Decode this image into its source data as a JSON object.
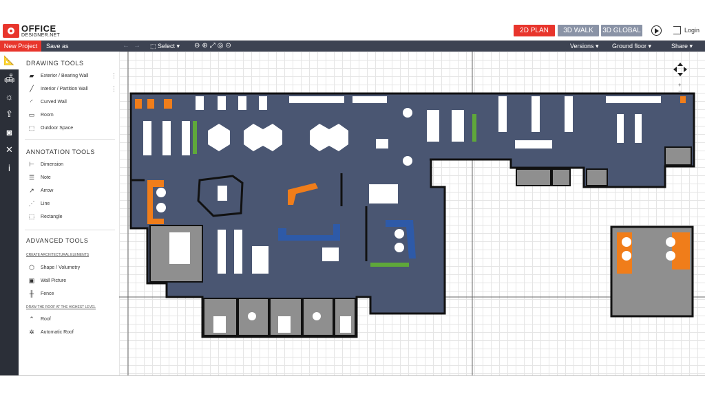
{
  "brand": {
    "logo_line1": "OFFICE",
    "logo_line2": "DESIGNER.NET"
  },
  "header": {
    "view_2d": "2D PLAN",
    "view_3d_walk": "3D WALK",
    "view_3d_global": "3D GLOBAL",
    "login": "Login"
  },
  "toolbar": {
    "new_project": "New Project",
    "save_as": "Save as",
    "select": "Select",
    "versions": "Versions",
    "floor": "Ground floor",
    "share": "Share"
  },
  "panel": {
    "drawing_title": "DRAWING TOOLS",
    "drawing": [
      "Exterior / Bearing Wall",
      "Interior / Partition Wall",
      "Curved Wall",
      "Room",
      "Outdoor Space"
    ],
    "annotation_title": "ANNOTATION TOOLS",
    "annotation": [
      "Dimension",
      "Note",
      "Arrow",
      "Line",
      "Rectangle"
    ],
    "advanced_title": "ADVANCED TOOLS",
    "sub1": "CREATE ARCHITECTURAL ELEMENTS",
    "advanced1": [
      "Shape / Volumetry",
      "Wall Picture",
      "Fence"
    ],
    "sub2": "DRAW THE ROOF AT THE HIGHEST LEVEL",
    "advanced2": [
      "Roof",
      "Automatic Roof"
    ]
  },
  "colors": {
    "accent": "#e8352c",
    "toolbar": "#3d4352",
    "view_inactive": "#8a93a6",
    "floor": "#4a5672",
    "carpet": "#8f8f8f",
    "orange": "#f07d1a"
  }
}
